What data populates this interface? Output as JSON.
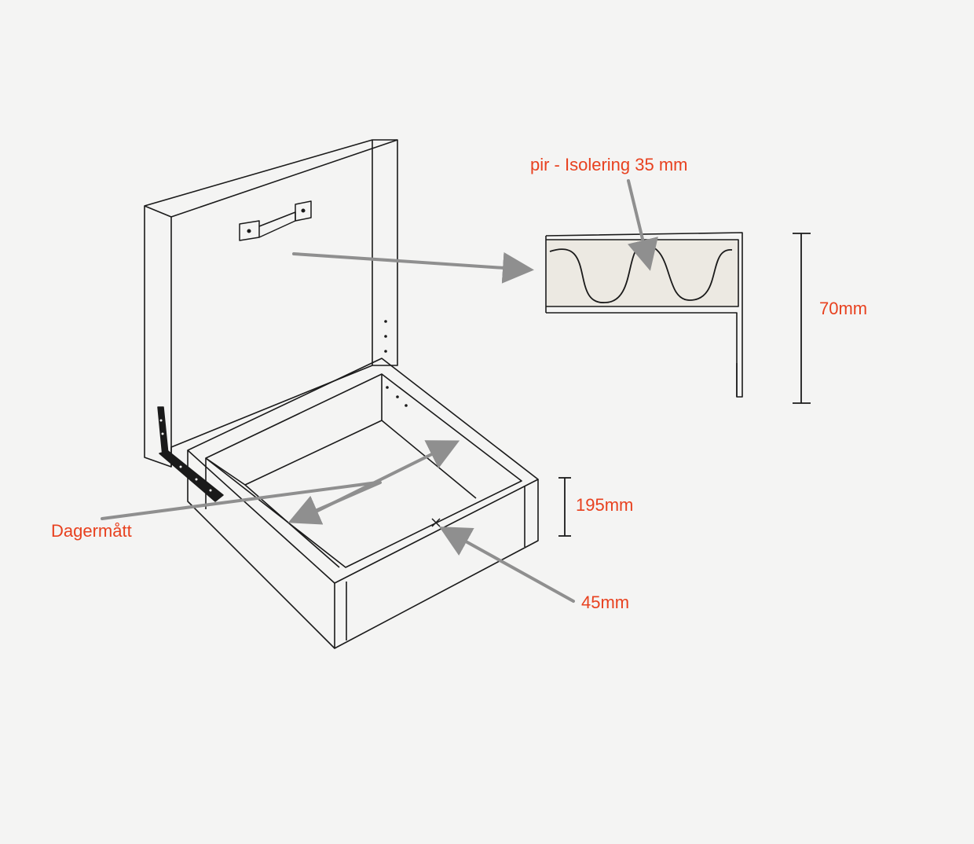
{
  "labels": {
    "insulation": "pir - Isolering 35 mm",
    "height_70": "70mm",
    "height_195": "195mm",
    "inner_dim": "Dagermått",
    "thickness_45": "45mm"
  },
  "colors": {
    "background": "#f4f4f3",
    "line": "#1a1a1a",
    "arrow": "#8f8f8f",
    "label_red": "#e8411f",
    "label_dark": "#d9381c",
    "insulation_fill": "#ece9e2"
  }
}
